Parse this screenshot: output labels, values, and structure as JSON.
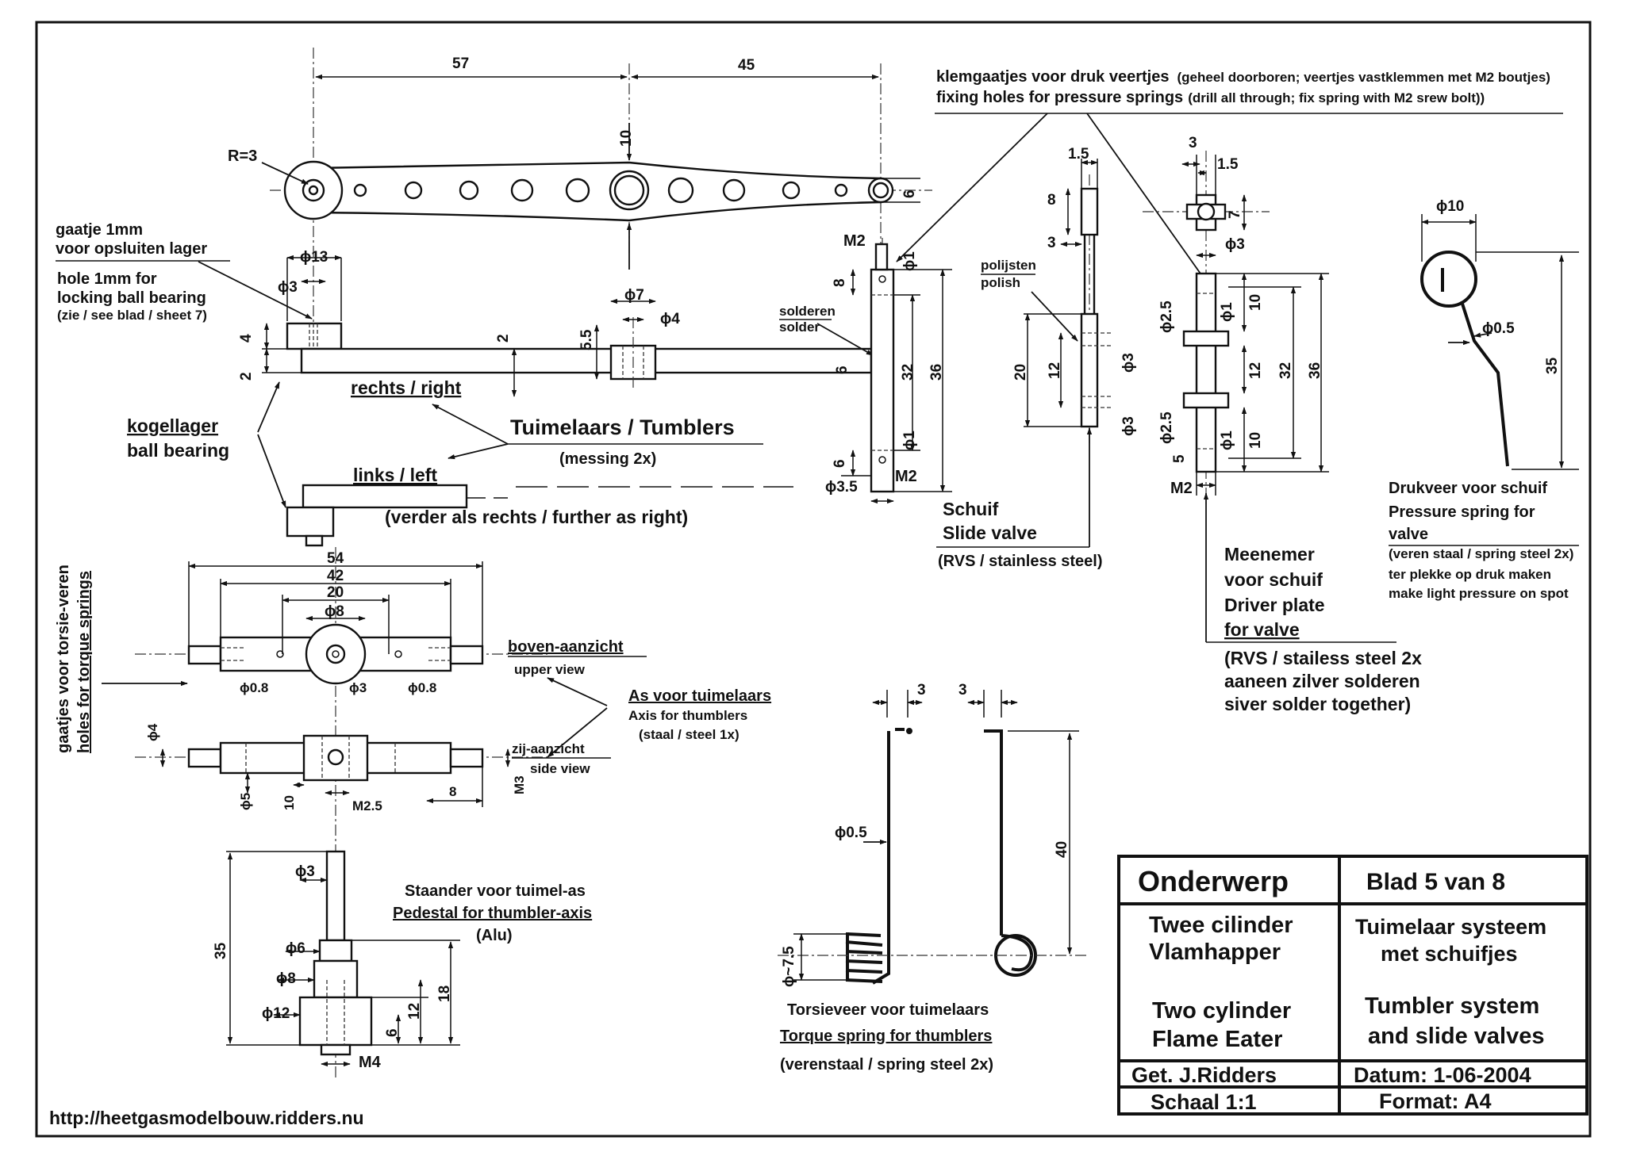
{
  "website": "http://heetgasmodelbouw.ridders.nu",
  "tumbler_arm": {
    "dim_57": "57",
    "dim_45": "45",
    "dim_10": "10",
    "dim_6": "6",
    "radius": "R=3"
  },
  "bearing_hole": {
    "nl_line1": "gaatje 1mm",
    "nl_line2": "voor opsluiten lager",
    "en_line1": "hole 1mm for",
    "en_line2": "locking ball bearing",
    "ref": "(zie / see blad / sheet 7)"
  },
  "side_arm": {
    "dim_d13": "ϕ13",
    "dim_d3": "ϕ3",
    "dim_4": "4",
    "dim_2a": "2",
    "dim_2b": "2",
    "dim_d7": "ϕ7",
    "dim_d4": "ϕ4",
    "dim_55": "5.5",
    "dim_6": "6",
    "right_label": "rechts / right",
    "left_label": "links / left",
    "further_note": "(verder als rechts / further as right)",
    "title": "Tuimelaars / Tumblers",
    "material": "(messing  2x)",
    "solder_nl": "solderen",
    "solder_en": "solder"
  },
  "ball_bearing": {
    "nl": "kogellager",
    "en": "ball bearing"
  },
  "pin": {
    "m2_top": "M2",
    "d1_top": "ϕ1",
    "dim_8": "8",
    "dim_32": "32",
    "dim_36": "36",
    "dim_6": "6",
    "d1_bottom": "ϕ1",
    "d35": "ϕ3.5",
    "m2_bottom": "M2"
  },
  "pressure_holes": {
    "nl": "klemgaatjes voor druk veertjes",
    "nl_note": "(geheel doorboren; veertjes vastklemmen met M2 boutjes)",
    "en": "fixing holes for pressure springs",
    "en_note": "(drill all through; fix spring with M2 srew bolt))"
  },
  "slide_valve": {
    "dim_15": "1.5",
    "dim_8": "8",
    "dim_3": "3",
    "polish_nl": "polijsten",
    "polish_en": "polish",
    "dim_20": "20",
    "dim_12": "12",
    "d3a": "ϕ3",
    "d3b": "ϕ3",
    "nl": "Schuif",
    "en": "Slide valve",
    "material": "(RVS / stainless steel)"
  },
  "driver_plate": {
    "dim_3": "3",
    "dim_15": "1.5",
    "dim_7": "7",
    "d3": "ϕ3",
    "d1a": "ϕ1",
    "dim_10a": "10",
    "d25a": "ϕ2.5",
    "dim_12": "12",
    "dim_32": "32",
    "dim_36": "36",
    "d25b": "ϕ2.5",
    "d1b": "ϕ1",
    "dim_10b": "10",
    "dim_5": "5",
    "m2": "M2",
    "nl1": "Meenemer",
    "nl2": "voor schuif",
    "en1": "Driver plate",
    "en2": "for valve",
    "note1": "(RVS / stailess steel 2x",
    "note2": "aaneen zilver solderen",
    "note3": "siver solder together)"
  },
  "pressure_spring": {
    "d10": "ϕ10",
    "d05": "ϕ0.5",
    "dim_35": "35",
    "nl": "Drukveer voor schuif",
    "en1": "Pressure spring for",
    "en2": "valve",
    "material": "(veren staal / spring steel 2x)",
    "note_nl": "ter plekke op druk maken",
    "note_en": "make  light pressure on spot"
  },
  "axis": {
    "dim_54": "54",
    "dim_42": "42",
    "dim_20": "20",
    "d8": "ϕ8",
    "d08a": "ϕ0.8",
    "d3": "ϕ3",
    "d08b": "ϕ0.8",
    "d4": "ϕ4",
    "d5": "ϕ5",
    "dim_10": "10",
    "m25": "M2.5",
    "dim_8": "8",
    "m3": "M3",
    "upper_nl": "boven-aanzicht",
    "upper_en": "upper view",
    "side_nl": "zij-aanzicht",
    "side_en": "side view",
    "title_nl": "As voor tuimelaars",
    "title_en": "Axis for thumblers",
    "material": "(staal / steel 1x)",
    "holes_nl": "gaatjes voor torsie-veren",
    "holes_en": "holes for torque springs"
  },
  "pedestal": {
    "d3": "ϕ3",
    "d6": "ϕ6",
    "d8": "ϕ8",
    "d12": "ϕ12",
    "dim_35": "35",
    "dim_18": "18",
    "dim_12": "12",
    "dim_6": "6",
    "m4": "M4",
    "nl": "Staander voor tuimel-as",
    "en": "Pedestal for thumbler-axis",
    "material": "(Alu)"
  },
  "torque_spring": {
    "dim_3a": "3",
    "dim_3b": "3",
    "d05": "ϕ0.5",
    "d75": "ϕ~7.5",
    "dim_40": "40",
    "nl": "Torsieveer voor tuimelaars",
    "en": "Torque spring for thumblers",
    "material": "(verenstaal / spring steel  2x)"
  },
  "title_block": {
    "subject_label": "Onderwerp",
    "sheet": "Blad 5 van 8",
    "project_nl1": "Twee cilinder",
    "project_nl2": "Vlamhapper",
    "project_en1": "Two cylinder",
    "project_en2": "Flame Eater",
    "desc_nl1": "Tuimelaar systeem",
    "desc_nl2": "met schuifjes",
    "desc_en1": "Tumbler system",
    "desc_en2": "and slide valves",
    "drawn": "Get. J.Ridders",
    "date": "Datum: 1-06-2004",
    "scale": "Schaal  1:1",
    "format": "Format: A4"
  }
}
